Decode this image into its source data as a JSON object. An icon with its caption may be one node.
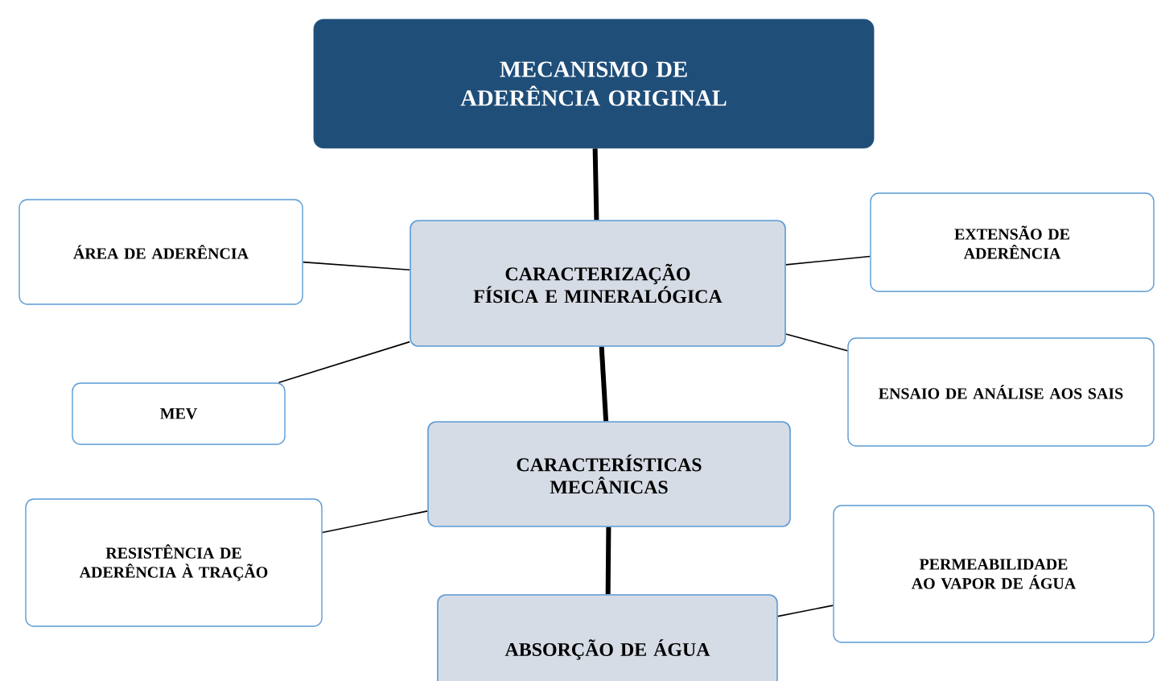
{
  "diagram": {
    "nodes": [
      {
        "text": [
          "MECANISMO DE ADERÊNCIA ORIGINAL"
        ]
      },
      {
        "text": [
          "CARACTERIZAÇÃO FÍSICA E MINERALÓGICA"
        ]
      },
      {
        "text": [
          "ÁREA DE ADERÊNCIA"
        ]
      },
      {
        "text": [
          "MEV"
        ]
      },
      {
        "text": [
          "EXTENSÃO DE ADERÊNCIA"
        ]
      },
      {
        "text": [
          "ENSAIO DE ANÁLISE AOS SAIS"
        ]
      },
      {
        "text": [
          "CARACTERÍSTICAS MECÂNICAS"
        ]
      },
      {
        "text": [
          "RESISTÊNCIA DE ADERÊNCIA À TRAÇÃO"
        ]
      },
      {
        "text": [
          "PERMEABILIDADE AO VAPOR DE ÁGUA"
        ]
      },
      {
        "text": [
          "ABSORÇÃO DE ÁGUA"
        ]
      }
    ],
    "edges": [
      {
        "from": 0,
        "to": 1,
        "arrow": "none",
        "style": "thick"
      },
      {
        "from": 1,
        "to": 2,
        "arrow": "none"
      },
      {
        "from": 1,
        "to": 3,
        "arrow": "none"
      },
      {
        "from": 1,
        "to": 4,
        "arrow": "none"
      },
      {
        "from": 1,
        "to": 5,
        "arrow": "none"
      },
      {
        "from": 1,
        "to": 6,
        "arrow": "none",
        "style": "thick"
      },
      {
        "from": 6,
        "to": 7,
        "arrow": "none"
      },
      {
        "from": 6,
        "to": 9,
        "arrow": "none",
        "style": "thick"
      },
      {
        "from": 9,
        "to": 8,
        "arrow": "none"
      }
    ]
  }
}
